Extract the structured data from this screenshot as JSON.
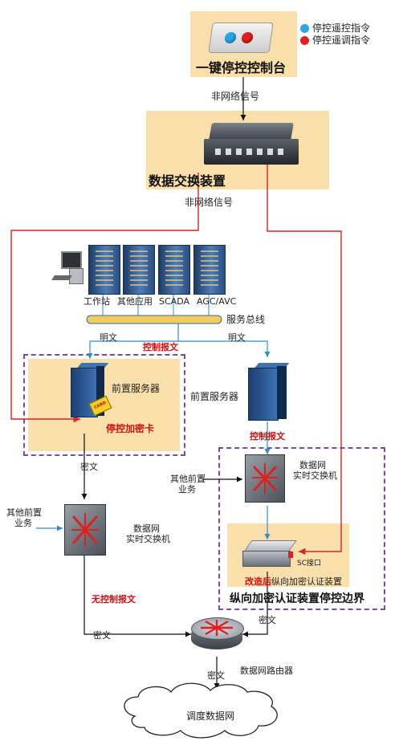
{
  "console": {
    "title": "一键停控控制台"
  },
  "legend": [
    {
      "label": "停控遥控指令",
      "color": "#2aa6e8"
    },
    {
      "label": "停控遥调指令",
      "color": "#e02020"
    }
  ],
  "signals": {
    "non_network_1": "非网络信号",
    "non_network_2": "非网络信号"
  },
  "exchange": {
    "title": "数据交换装置"
  },
  "servers": [
    "工作站",
    "其他应用",
    "SCADA",
    "AGC/AVC"
  ],
  "bus": {
    "label": "服务总线"
  },
  "flow": {
    "plain_left": "明文",
    "plain_right": "明文",
    "control_msg_top": "控制报文",
    "control_msg_right": "控制报文",
    "cipher_left": "密文",
    "no_control_msg": "无控制报文",
    "cipher_bottom_left": "密文",
    "cipher_right": "密文",
    "cipher_bottom": "密文"
  },
  "front_left": {
    "label": "前置服务器",
    "card": "停控加密卡",
    "card_chip": "CARD"
  },
  "front_right": {
    "label": "前置服务器"
  },
  "switch_right": {
    "label_line1": "数据网",
    "label_line2": "实时交换机",
    "other_line1": "其他前置",
    "other_line2": "业务"
  },
  "switch_left": {
    "label_line1": "数据网",
    "label_line2": "实时交换机",
    "other_line1": "其他前置",
    "other_line2": "业务"
  },
  "encryptor": {
    "port": "SC接口",
    "caption_red": "改造后",
    "caption_black": "纵向加密认证装置"
  },
  "boundary": {
    "title": "纵向加密认证装置停控边界"
  },
  "router": {
    "label": "数据网路由器"
  },
  "cloud": {
    "label": "调度数据网"
  }
}
